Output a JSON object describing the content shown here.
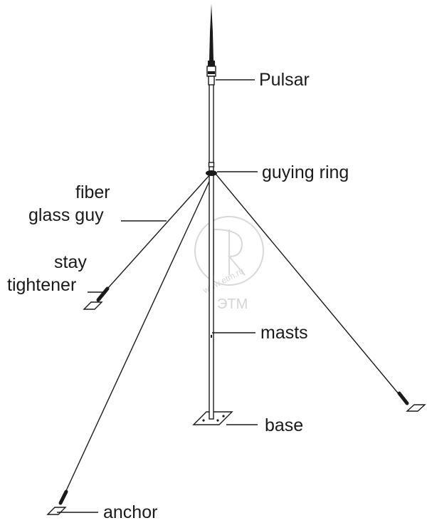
{
  "labels": {
    "pulsar": "Pulsar",
    "guying_ring": "guying ring",
    "fiber_line1": "fiber",
    "fiber_line2": "glass guy",
    "stay_line1": "stay",
    "stay_line2": "tightener",
    "masts": "masts",
    "base": "base",
    "anchor": "anchor"
  },
  "watermark": {
    "url": "www.etm.ru",
    "brand": "ЭТМ"
  },
  "colors": {
    "ink": "#1a1a1a",
    "watermark": "#d4d4d4",
    "background": "#ffffff"
  }
}
